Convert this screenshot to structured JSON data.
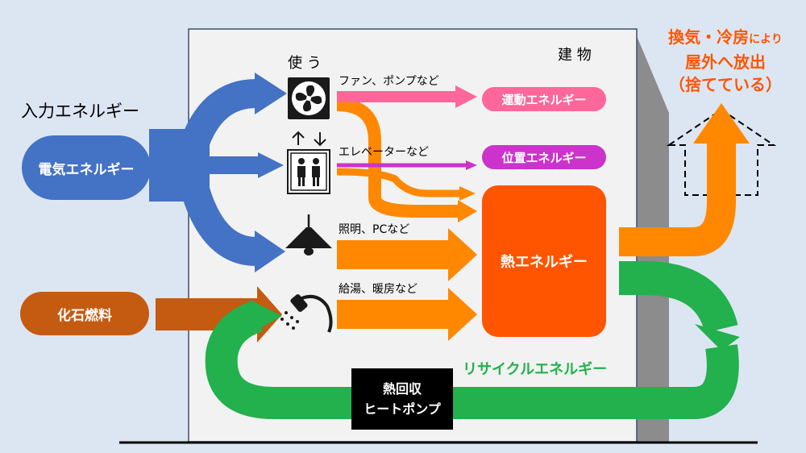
{
  "input_label": "入力エネルギー",
  "building_label": "建 物",
  "sources": {
    "electric": "電気エネルギー",
    "fossil": "化石燃料"
  },
  "use_label": "使 う",
  "uses": {
    "fan": "ファン、ポンプなど",
    "elevator": "エレベーターなど",
    "lighting": "照明、PCなど",
    "hot_water": "給湯、暖房など"
  },
  "outputs": {
    "motion": "運動エネルギー",
    "position": "位置エネルギー",
    "heat": "熱エネルギー"
  },
  "exhaust": {
    "line1_main": "換気・冷房",
    "line1_small": "により",
    "line2": "屋外へ放出",
    "line3": "（捨てている）"
  },
  "recycle_label": "リサイクルエネルギー",
  "heat_recovery": {
    "line1": "熱回収",
    "line2": "ヒートポンプ"
  },
  "colors": {
    "background": "#dce6f2",
    "building": "#f2f2f2",
    "electric_blue": "#4472c4",
    "fossil_brown": "#c55a11",
    "pink": "#ff6699",
    "magenta": "#cc33cc",
    "orange": "#ff8800",
    "heat_red": "#ff5500",
    "green": "#22b14c",
    "exhaust_text": "#ff5500"
  }
}
